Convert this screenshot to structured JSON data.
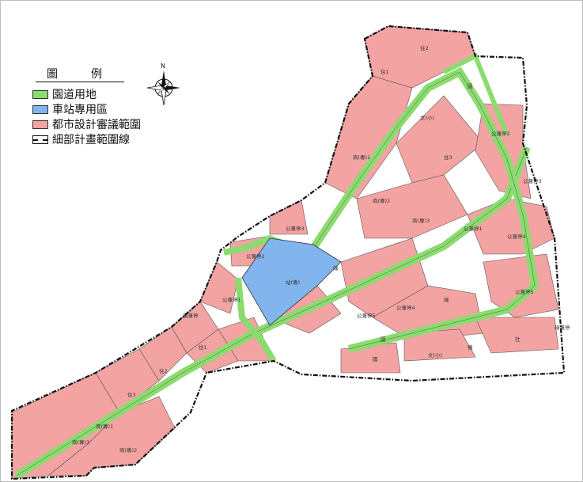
{
  "legend": {
    "title": "圖　例",
    "items": [
      {
        "label": "園道用地",
        "color": "#8bdc6f"
      },
      {
        "label": "車站專用區",
        "color": "#82b4ee"
      },
      {
        "label": "都市設計審議範圍",
        "color": "#f4a3a3"
      },
      {
        "label": "細部計畫範圍線",
        "style": "dash-dot boundary"
      }
    ]
  },
  "compass": {
    "north_label": "N",
    "icon": "compass-rose-icon"
  },
  "colors": {
    "urban_design_pink": "#f4a3a3",
    "park_road_green": "#8bdc6f",
    "station_blue": "#82b4ee",
    "road_white": "#ffffff",
    "line": "#555555"
  },
  "map": {
    "station_label": "站(專)",
    "zone_labels": [
      "住1",
      "住2",
      "住3",
      "商(專)1",
      "商(專)2",
      "商(專)3",
      "公兼停1",
      "公兼停2",
      "公兼停3",
      "公兼停4",
      "公兼停5",
      "綠",
      "園",
      "文(小)",
      "機",
      "國",
      "社",
      "綠兼停",
      "廣兼停"
    ]
  }
}
